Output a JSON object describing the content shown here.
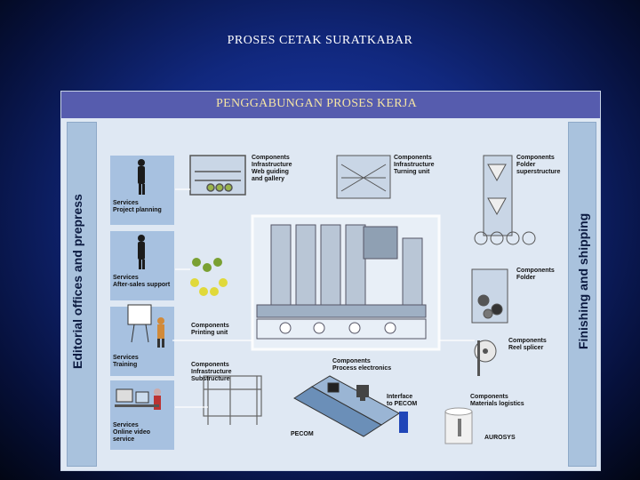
{
  "slide": {
    "title": "PROSES  CETAK  SURATKABAR",
    "panel_title": "PENGGABUNGAN PROSES KERJA"
  },
  "diagram": {
    "left_band_label": "Editorial offices and prepress",
    "right_band_label": "Finishing and shipping",
    "labels": {
      "c1_l1": "Components",
      "c1_l2": "Infrastructure",
      "c1_l3": "Web guiding",
      "c1_l4": "and gallery",
      "c2_l1": "Components",
      "c2_l2": "Infrastructure",
      "c2_l3": "Turning unit",
      "c3_l1": "Components",
      "c3_l2": "Folder",
      "c3_l3": "superstructure",
      "s1_l1": "Services",
      "s1_l2": "Project planning",
      "s2_l1": "Services",
      "s2_l2": "After-sales support",
      "c4_l1": "Components",
      "c4_l2": "Printing unit",
      "c5_l1": "Components",
      "c5_l2": "Folder",
      "s3_l1": "Services",
      "s3_l2": "Training",
      "c6_l1": "Components",
      "c6_l2": "Reel splicer",
      "c7_l1": "Components",
      "c7_l2": "Infrastructure",
      "c7_l3": "Substructure",
      "c8_l1": "Components",
      "c8_l2": "Process electronics",
      "c9_l1": "Components",
      "c9_l2": "Materials logistics",
      "s4_l1": "Services",
      "s4_l2": "Online video",
      "s4_l3": "service",
      "i1_l1": "Interface",
      "i1_l2": "to PECOM",
      "pecom": "PECOM",
      "aurosys": "AUROSYS"
    }
  },
  "colors": {
    "background": "#11287e",
    "header": "#565cae",
    "header_text": "#f4e4a4",
    "panel": "#dfe8f3",
    "band": "#a9c2dd"
  }
}
